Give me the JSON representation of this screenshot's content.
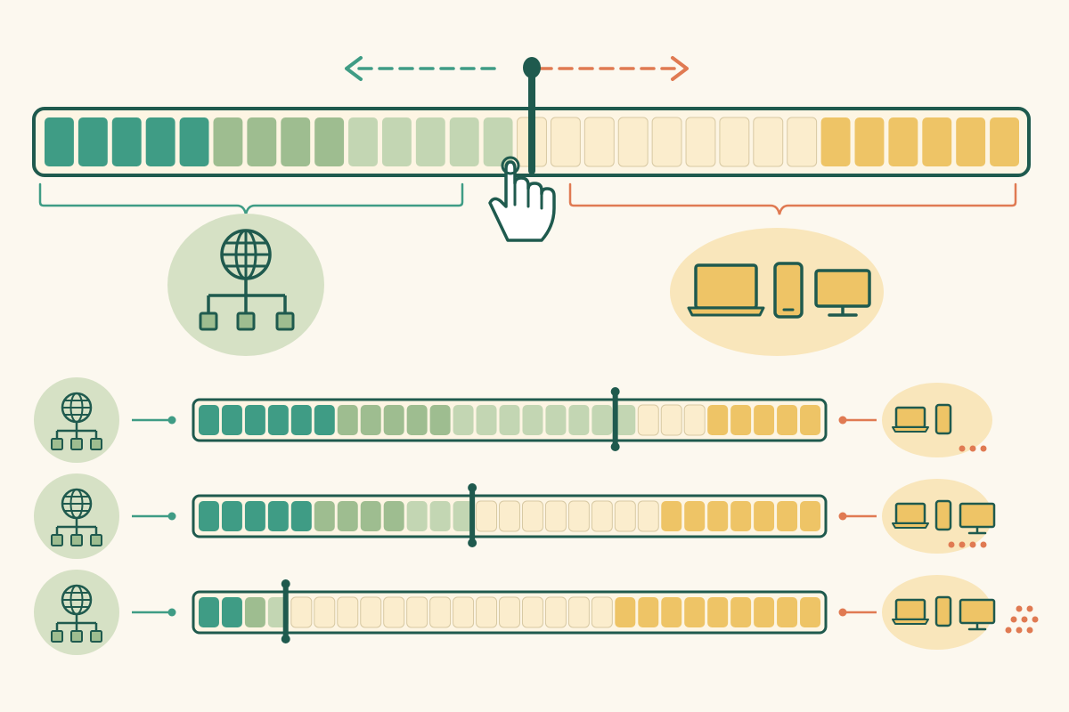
{
  "colors": {
    "background": "#fcf8ef",
    "outline": "#1f5a4e",
    "teal": "#3f9c85",
    "sage": "#9ebd90",
    "pale_sage": "#c3d6b3",
    "cream": "#fbedcd",
    "yellow": "#eec466",
    "orange": "#e07a52",
    "server_blob": "#d6e1c5",
    "client_blob": "#f9e6bb"
  },
  "main_slider": {
    "segments": 29,
    "teal_count": 5,
    "sage_count": 4,
    "pale_sage_count": 5,
    "cream_count": 9,
    "yellow_count": 6,
    "split_fraction": 0.5
  },
  "examples": [
    {
      "segments": 27,
      "teal_count": 6,
      "sage_count": 5,
      "pale_sage_count": 8,
      "cream_count": 3,
      "yellow_count": 5,
      "split_fraction": 0.67,
      "client_devices": [
        "laptop-icon",
        "phone-icon"
      ],
      "client_dots": 3
    },
    {
      "segments": 27,
      "teal_count": 5,
      "sage_count": 4,
      "pale_sage_count": 3,
      "cream_count": 8,
      "yellow_count": 7,
      "split_fraction": 0.44,
      "client_devices": [
        "laptop-icon",
        "phone-icon",
        "monitor-icon"
      ],
      "client_dots": 4
    },
    {
      "segments": 27,
      "teal_count": 2,
      "sage_count": 1,
      "pale_sage_count": 1,
      "cream_count": 14,
      "yellow_count": 9,
      "split_fraction": 0.14,
      "client_devices": [
        "laptop-icon",
        "phone-icon",
        "monitor-icon"
      ],
      "client_dots": 8
    }
  ],
  "icons": {
    "server": [
      "globe-icon",
      "network-tree-icon"
    ],
    "client": [
      "laptop-icon",
      "phone-icon",
      "monitor-icon"
    ],
    "pointer": "hand-pointer-icon"
  }
}
